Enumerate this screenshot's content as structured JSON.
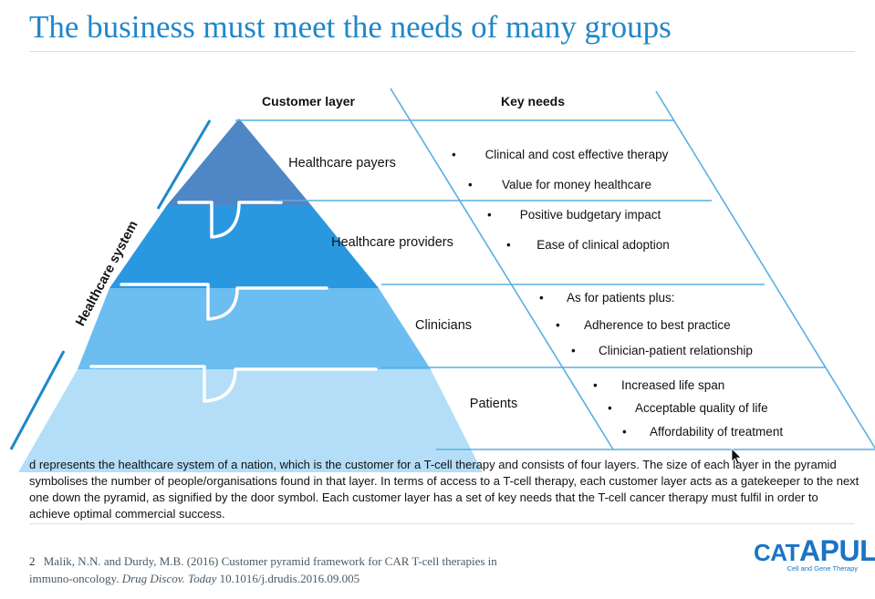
{
  "slide": {
    "title": "The business must meet the needs of many groups"
  },
  "diagram": {
    "side_label": "Healthcare system",
    "column_headers": {
      "left": "Customer layer",
      "right": "Key needs"
    },
    "layers": [
      {
        "name": "Healthcare payers",
        "color": "#4f86c6",
        "needs": [
          "Clinical and cost effective therapy",
          "Value for money healthcare",
          "Positive budgetary impact",
          "Ease of clinical adoption"
        ]
      },
      {
        "name": "Healthcare providers",
        "color": "#2a98e0",
        "needs": []
      },
      {
        "name": "Clinicians",
        "color": "#6cbdf0",
        "needs": [
          "As for patients plus:",
          "Adherence to best practice",
          "Clinician-patient relationship"
        ]
      },
      {
        "name": "Patients",
        "color": "#b4def8",
        "needs": [
          "Increased life span",
          "Acceptable quality of life",
          "Affordability of treatment"
        ]
      }
    ],
    "bullet": "•",
    "line_color": "#5aaee3",
    "accent_color": "#1f87c9"
  },
  "caption": {
    "text": "d represents the healthcare system of a nation, which is the customer for a T-cell therapy and consists of four layers. The size of each layer in the pyramid symbolises the number of people/organisations found in that layer. In terms of access to a T-cell therapy, each customer layer acts as a gatekeeper to the next one down the pyramid, as signified by the door symbol. Each customer layer has a set of key needs that the T-cell cancer therapy must fulfil in order to achieve optimal commercial success."
  },
  "reference": {
    "number": "2",
    "citation": "Malik, N.N. and Durdy, M.B. (2016) Customer pyramid framework for CAR T-cell therapies in immuno-oncology.",
    "journal": "Drug Discov. Today",
    "doi": "10.1016/j.drudis.2016.09.005"
  },
  "logo": {
    "word_small": "CAT",
    "word_big": "APULT",
    "tagline": "Cell and Gene Therapy",
    "color": "#1b74c4"
  }
}
